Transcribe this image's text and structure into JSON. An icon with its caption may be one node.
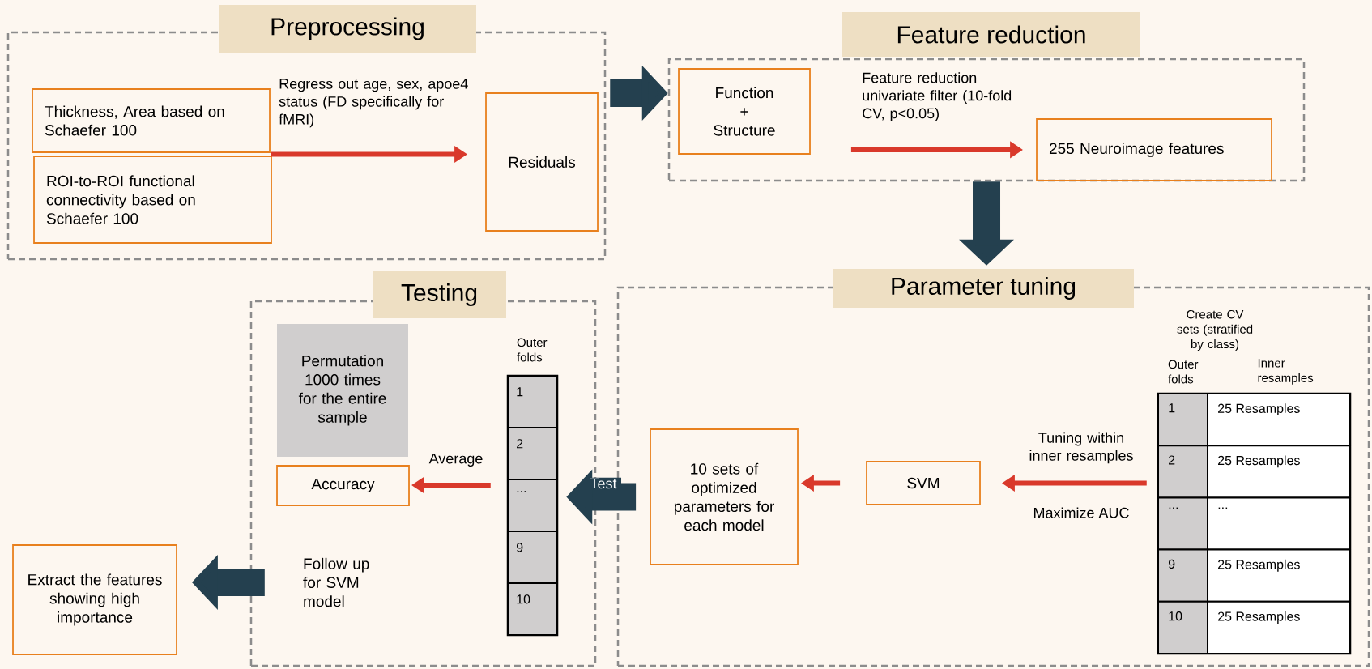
{
  "diagram": {
    "nodes": [
      {
        "text": [
          "Preprocessing"
        ]
      },
      {
        "text": [
          "Thickness, Area based on Schaefer 100"
        ],
        "in": 0
      },
      {
        "text": [
          "ROI-to-ROI functional connectivity based on Schaefer 100"
        ],
        "in": 0
      },
      {
        "text": [
          "Residuals"
        ],
        "in": 0
      },
      {
        "text": [
          "Feature reduction"
        ]
      },
      {
        "text": [
          "Function + Structure"
        ],
        "in": 4
      },
      {
        "text": [
          "255 Neuroimage features"
        ],
        "in": 4
      },
      {
        "text": [
          "Parameter tuning"
        ]
      },
      {
        "text": [
          "10 sets of optimized parameters for each model"
        ],
        "in": 7
      },
      {
        "text": [
          "SVM"
        ],
        "in": 7
      },
      {
        "text": [
          "Create CV sets (stratified by class)",
          "Outer folds",
          "Inner resamples",
          "1",
          "25 Resamples",
          "2",
          "25 Resamples",
          "...",
          "...",
          "9",
          "25 Resamples",
          "10",
          "25 Resamples"
        ],
        "in": 7
      },
      {
        "text": [
          "Testing"
        ]
      },
      {
        "text": [
          "Permutation 1000 times for the entire sample"
        ],
        "in": 11
      },
      {
        "text": [
          "Accuracy"
        ],
        "in": 11
      },
      {
        "text": [
          "Outer folds",
          "1",
          "2",
          "...",
          "9",
          "10"
        ],
        "in": 11
      },
      {
        "text": [
          "Extract the features showing high importance"
        ]
      },
      {
        "text": [
          "Follow up for SVM model"
        ],
        "in": 11
      }
    ],
    "edges": [
      {
        "from": 1,
        "to": 3,
        "arrow": "to",
        "label": "Regress out age, sex, apoe4 status (FD specifically for fMRI)"
      },
      {
        "from": 2,
        "to": 3,
        "arrow": "to"
      },
      {
        "from": 0,
        "to": 4,
        "arrow": "to",
        "style": "thick",
        "color": "#24404f"
      },
      {
        "from": 5,
        "to": 6,
        "arrow": "to",
        "label": "Feature reduction univariate filter (10-fold CV, p<0.05)"
      },
      {
        "from": 4,
        "to": 7,
        "arrow": "to",
        "style": "thick",
        "color": "#24404f"
      },
      {
        "from": 10,
        "to": 9,
        "arrow": "to",
        "label": "Tuning within inner resamples"
      },
      {
        "from": 9,
        "to": 8,
        "arrow": "to"
      },
      {
        "from": 8,
        "to": 14,
        "arrow": "to",
        "style": "thick",
        "color": "#24404f",
        "label": "Test"
      },
      {
        "from": 14,
        "to": 13,
        "arrow": "to",
        "label": "Average"
      },
      {
        "from": 16,
        "to": 15,
        "arrow": "to",
        "style": "thick",
        "color": "#24404f"
      }
    ],
    "labels": [
      "Maximize AUC"
    ]
  }
}
